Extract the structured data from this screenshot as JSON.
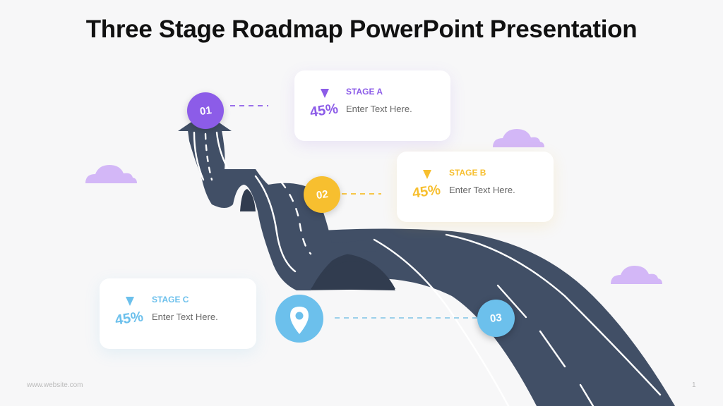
{
  "title": "Three Stage Roadmap PowerPoint Presentation",
  "colors": {
    "background": "#f7f7f8",
    "road": "#414f66",
    "road_shadow": "#313c4f",
    "stage_a": "#8c5ce8",
    "stage_b": "#f7bf2f",
    "stage_c": "#6cc0ec",
    "cloud": "#d3b7f7"
  },
  "stages": [
    {
      "number": "01",
      "label": "STAGE A",
      "percent": "45%",
      "text": "Enter Text Here.",
      "color": "#8c5ce8"
    },
    {
      "number": "02",
      "label": "STAGE B",
      "percent": "45%",
      "text": "Enter Text Here.",
      "color": "#f7bf2f"
    },
    {
      "number": "03",
      "label": "STAGE C",
      "percent": "45%",
      "text": "Enter Text Here.",
      "color": "#6cc0ec"
    }
  ],
  "icons": {
    "stage_arrow": "triangle-down-icon",
    "location": "map-pin-icon",
    "cloud": "cloud-icon",
    "road_arrow": "arrow-up-icon"
  },
  "footer": {
    "website": "www.website.com",
    "page_number": "1"
  }
}
